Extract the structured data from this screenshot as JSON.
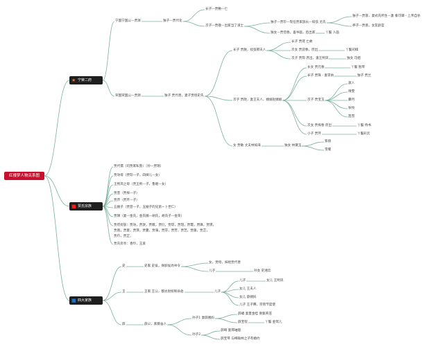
{
  "colors": {
    "line": "#7ab09a",
    "root_bg": "#c8102e",
    "branch_bg": "#1f1f1f",
    "star": "#f26b1d",
    "red_square": "#e8231d",
    "blue_square": "#1e73be"
  },
  "root": {
    "label": "红楼梦人物关系图"
  },
  "branches": [
    {
      "icon": "star-icon",
      "glyph": "★",
      "label": "宁荣二府"
    },
    {
      "icon": "red-square-icon",
      "glyph": "■",
      "label": "贾氏宗族"
    },
    {
      "icon": "blue-square-icon",
      "glyph": "■",
      "label": "四大家族"
    }
  ],
  "nodes": [
    "宁国宁国公—贾演",
    "独子—贾代化",
    "长子—贾敷—亡",
    "次子—贾敬—出家当了道士",
    "独子—贾珍—现任贾家族长—续弦 尤氏",
    "独子—贾蓉，妻式氏所生—妻 秦可卿 - 上吊自杀",
    "养子—贾蔷，女友龄官",
    "独女—贾惜春，喜书画，后出家",
    "丫鬟 入画",
    "荣国荣国公—贾源",
    "独子 贾代善，妻子贾母史氏",
    "长子 贾赦，续弦邢夫人",
    "长子 贾琏 亡故",
    "次女 贾迎春，庶出",
    "丫鬟司棋",
    "次子 贾琮 庶出，妻王熙凤",
    "独女 巧姐",
    "次子 贾政，妻王夫人，姨娘赵姨娘",
    "长女 贾元春",
    "丫鬟 抱琴",
    "长子 贾珠 - 妻李纨",
    "独子 贾兰",
    "次子 贾宝玉",
    "袭人",
    "晴雯",
    "麝月",
    "秋纹",
    "茜雪",
    "次女 贾探春 庶出",
    "丫鬟 侍书",
    "小子 贾环",
    "丫鬟彩云",
    "女 贾敏 丈夫林如海",
    "独女 林黛玉",
    "紫鹃",
    "雪雁",
    "贾代儒（司贾家私塾）（孙—贾瑞）",
    "贾效母（贾琮—子，四婶儿—女）",
    "王熙凤之母（贾王熙—子，鲁嬷—女）",
    "贾芸（贾探—子）",
    "贾芹（贾芹—子）",
    "五嫂子（贾芸—子，五嫂子的兄弟—卜世仁）",
    "贾璜（妻—金氏，金氏姨—胡氏，胡氏子—金荣）",
    "贾府旁族：贾效，贾敦，贾敕，贾衍，贾琼，贾瑁，贾璎，贾璘，贾瑛，",
    "贾菖，贾菱，贾萍，贾蔓，贾藻，贾芬，贾芳，贾芝，贾菌，贾芷，",
    "贾荇，贾芷，",
    "贾氏旁亲：香怜，玉爱",
    "史",
    "史家 史侯，保龄侯尚书令",
    "女，贾母，嫁给贾代善",
    "儿子",
    "孙女 史湘云",
    "王",
    "王家 王公，都太尉统制县伯",
    "儿子",
    "儿子",
    "女儿 王熙凤",
    "女儿 王夫人",
    "女儿 薛姨妈",
    "儿子 王子腾，宗管节度使",
    "薛",
    "薛公，紫薇舍人",
    "孙子1 妻薛姨妈",
    "薛蟠 妻夏金桂 妾甄英莲",
    "薛宝钗",
    "丫鬟 金莺儿",
    "孙子2",
    "薛蝌 妻邢岫烟",
    "薛宝琴 与梅翰林之子有婚约"
  ]
}
